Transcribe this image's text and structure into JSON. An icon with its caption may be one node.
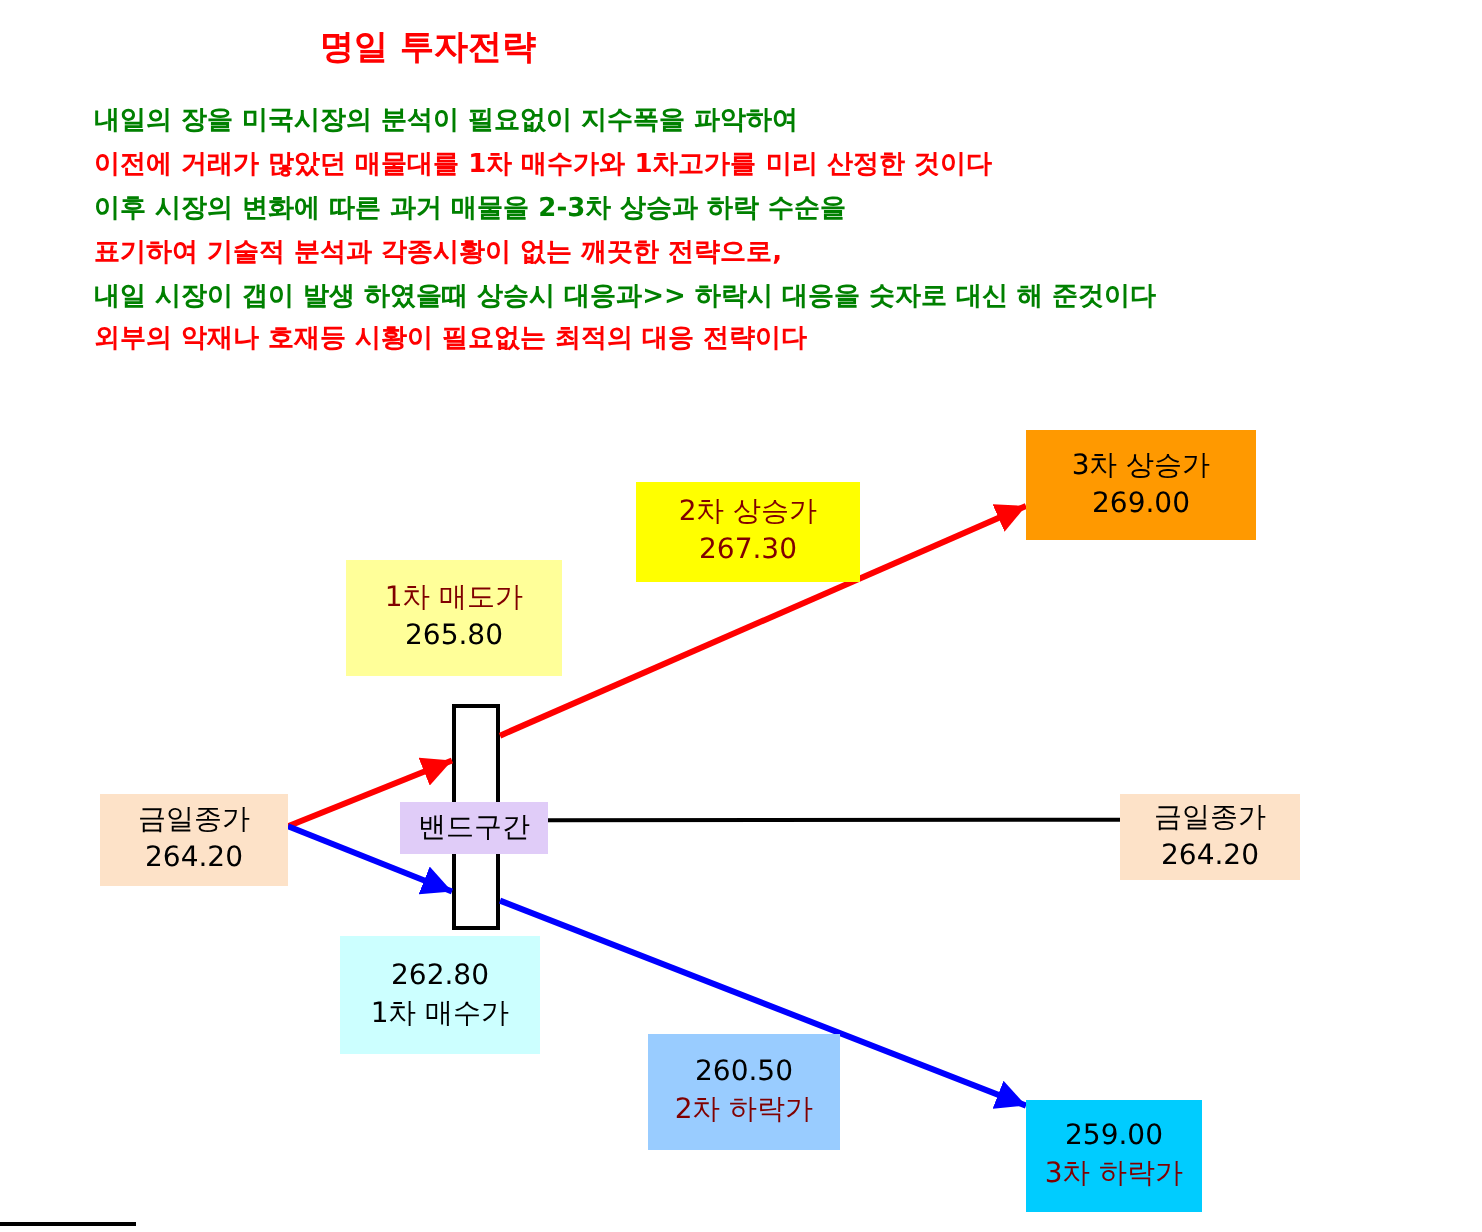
{
  "diagram": {
    "title": "명일 투자전략",
    "nodes": [
      {
        "text": [
          "금일종가",
          "264.20"
        ]
      },
      {
        "text": [],
        "shape": "bar"
      },
      {
        "text": [
          "밴드구간"
        ]
      },
      {
        "text": [
          "1차 매도가",
          "265.80"
        ]
      },
      {
        "text": [
          "2차 상승가",
          "267.30"
        ]
      },
      {
        "text": [
          "3차 상승가",
          "269.00"
        ]
      },
      {
        "text": [
          "금일종가",
          "264.20"
        ]
      },
      {
        "text": [
          "262.80",
          "1차 매수가"
        ]
      },
      {
        "text": [
          "260.50",
          "2차 하락가"
        ]
      },
      {
        "text": [
          "259.00",
          "3차 하락가"
        ]
      }
    ],
    "edges": [
      {
        "from": 0,
        "to": 1,
        "arrow": "to",
        "color": "#ff0000"
      },
      {
        "from": 0,
        "to": 1,
        "arrow": "to",
        "color": "#0000ff"
      },
      {
        "from": 1,
        "to": 5,
        "arrow": "to",
        "color": "#ff0000"
      },
      {
        "from": 1,
        "to": 9,
        "arrow": "to",
        "color": "#0000ff"
      },
      {
        "from": 2,
        "to": 6,
        "arrow": "none",
        "color": "#000000"
      }
    ],
    "labels": [
      "내일의 장을 미국시장의 분석이 필요없이 지수폭을 파악하여",
      "이전에 거래가 많았던 매물대를 1차 매수가와 1차고가를 미리 산정한 것이다",
      "이후 시장의 변화에 따른 과거 매물을 2-3차 상승과 하락 수순을",
      "표기하여 기술적  분석과 각종시황이 없는 깨끗한 전략으로,",
      "내일 시장이 갭이 발생 하였을때 상승시 대응과>> 하락시 대응을 숫자로 대신 해 준것이다",
      "외부의 악재나 호재등  시황이 필요없는 최적의 대응 전략이다"
    ]
  }
}
